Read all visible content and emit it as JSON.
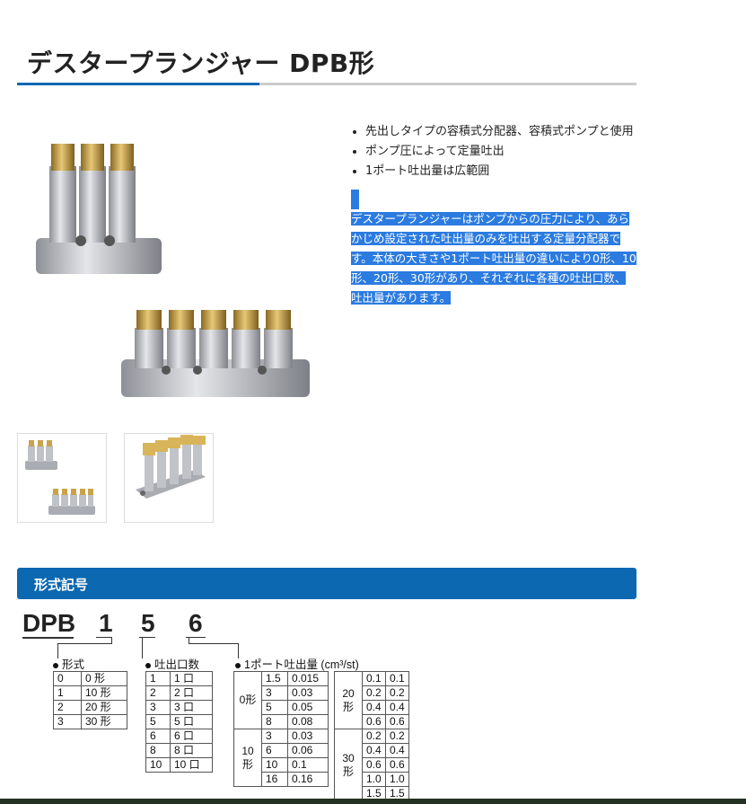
{
  "page": {
    "title": "デスタープランジャー DPB形"
  },
  "features": [
    "先出しタイプの容積式分配器、容積式ポンプと使用",
    "ポンプ圧によって定量吐出",
    "1ポート吐出量は広範囲"
  ],
  "description": "デスタープランジャーはポンプからの圧力により、あらかじめ設定された吐出量のみを吐出する定量分配器です。本体の大きさや1ポート吐出量の違いにより0形、10形、20形、30形があり、それぞれに各種の吐出口数、吐出量があります。",
  "section": {
    "heading": "形式記号"
  },
  "model_code": {
    "prefix": "DPB",
    "d1": "1",
    "d2": "5",
    "d3": "6"
  },
  "blocks": {
    "form_label": "形式",
    "outlets_label": "吐出口数",
    "discharge_label": "1ポート吐出量 (cm³/st)"
  },
  "form_table": [
    [
      "0",
      "0 形"
    ],
    [
      "1",
      "10 形"
    ],
    [
      "2",
      "20 形"
    ],
    [
      "3",
      "30 形"
    ]
  ],
  "outlets_table": [
    [
      "1",
      "1 口"
    ],
    [
      "2",
      "2 口"
    ],
    [
      "3",
      "3 口"
    ],
    [
      "5",
      "5 口"
    ],
    [
      "6",
      "6 口"
    ],
    [
      "8",
      "8 口"
    ],
    [
      "10",
      "10 口"
    ]
  ],
  "discharge_left": {
    "g0": "0形",
    "g10": "10形",
    "rows": [
      [
        "1.5",
        "0.015"
      ],
      [
        "3",
        "0.03"
      ],
      [
        "5",
        "0.05"
      ],
      [
        "8",
        "0.08"
      ],
      [
        "3",
        "0.03"
      ],
      [
        "6",
        "0.06"
      ],
      [
        "10",
        "0.1"
      ],
      [
        "16",
        "0.16"
      ]
    ]
  },
  "discharge_right": {
    "g20": "20形",
    "g30": "30形",
    "rows": [
      [
        "0.1",
        "0.1"
      ],
      [
        "0.2",
        "0.2"
      ],
      [
        "0.4",
        "0.4"
      ],
      [
        "0.6",
        "0.6"
      ],
      [
        "0.2",
        "0.2"
      ],
      [
        "0.4",
        "0.4"
      ],
      [
        "0.6",
        "0.6"
      ],
      [
        "1.0",
        "1.0"
      ],
      [
        "1.5",
        "1.5"
      ]
    ]
  },
  "colors": {
    "accent": "#0b68b1",
    "selection": "#2b7be0",
    "brass": "#c9a34a",
    "steel": "#b9bcc2"
  }
}
